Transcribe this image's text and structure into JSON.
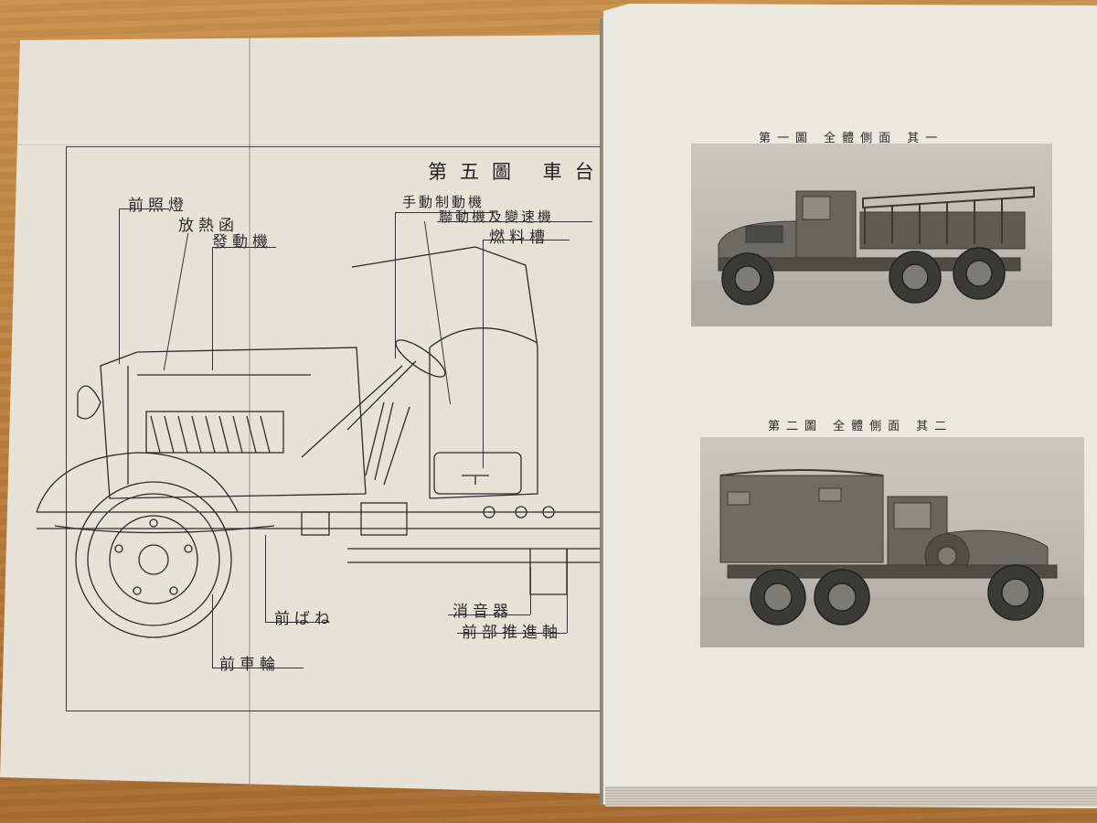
{
  "left_page": {
    "figure_title": "第五圖 車台",
    "parts": {
      "headlamp": "前照燈",
      "radiator": "放熱函",
      "engine": "發動機",
      "hand_brake": "手動制動機",
      "clutch_gearbox": "聯動機及變速機",
      "fuel_tank": "燃料槽",
      "front_spring": "前ばね",
      "front_wheel": "前車輪",
      "muffler": "消音器",
      "front_propeller_shaft": "前部推進軸"
    }
  },
  "right_page": {
    "figure1_caption": "第一圖 全體側面 其一",
    "figure2_caption": "第二圖 全體側面 其二"
  }
}
